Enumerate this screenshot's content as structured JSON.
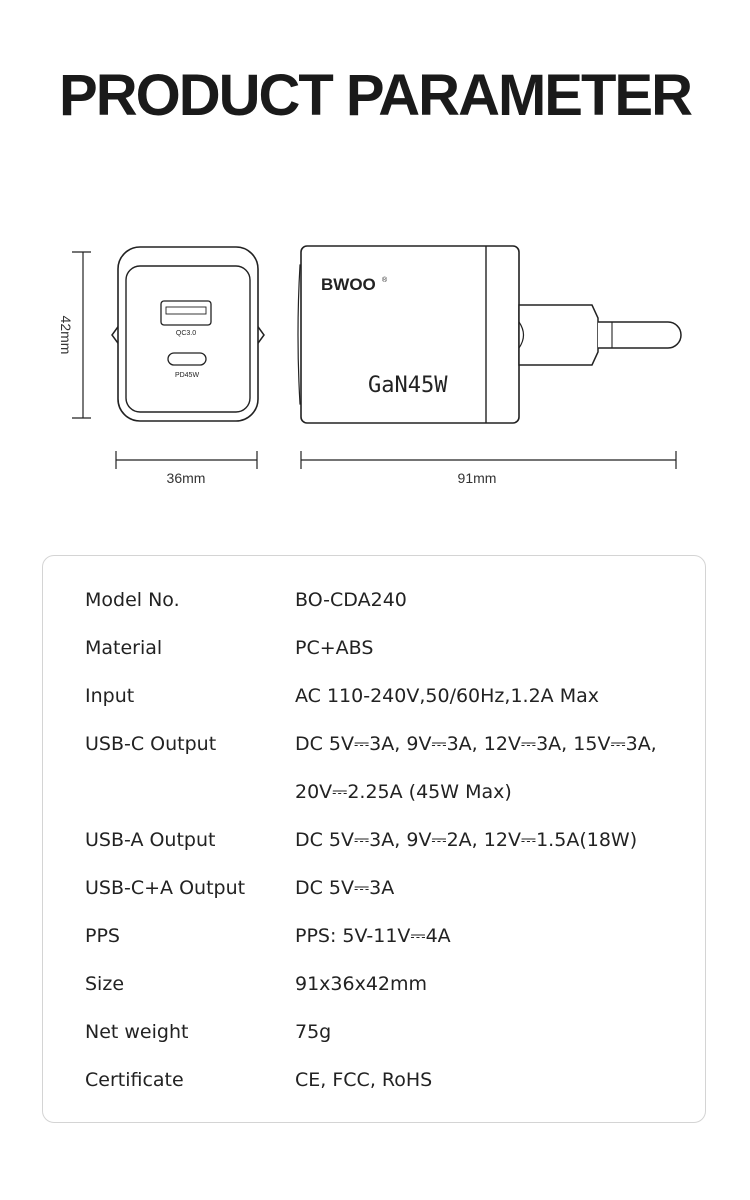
{
  "title": "PRODUCT PARAMETER",
  "diagram": {
    "height_label": "42mm",
    "width_label": "36mm",
    "length_label": "91mm",
    "port_a_label": "QC3.0",
    "port_c_label": "PD45W",
    "brand": "BWOO",
    "brand_mark": "®",
    "power_label": "GaN45W"
  },
  "specs": [
    {
      "label": "Model No.",
      "value": "BO-CDA240"
    },
    {
      "label": "Material",
      "value": "PC+ABS"
    },
    {
      "label": "Input",
      "value": "AC 110-240V,50/60Hz,1.2A Max"
    },
    {
      "label": "USB-C Output",
      "value": "DC 5V⎓3A, 9V⎓3A, 12V⎓3A, 15V⎓3A,"
    },
    {
      "label": "",
      "value": "20V⎓2.25A (45W Max)"
    },
    {
      "label": "USB-A Output",
      "value": "DC 5V⎓3A, 9V⎓2A, 12V⎓1.5A(18W)"
    },
    {
      "label": "USB-C+A Output",
      "value": "DC 5V⎓3A"
    },
    {
      "label": "PPS",
      "value": "PPS: 5V-11V⎓4A"
    },
    {
      "label": "Size",
      "value": "91x36x42mm"
    },
    {
      "label": "Net weight",
      "value": "75g"
    },
    {
      "label": "Certificate",
      "value": "CE, FCC, RoHS"
    }
  ]
}
